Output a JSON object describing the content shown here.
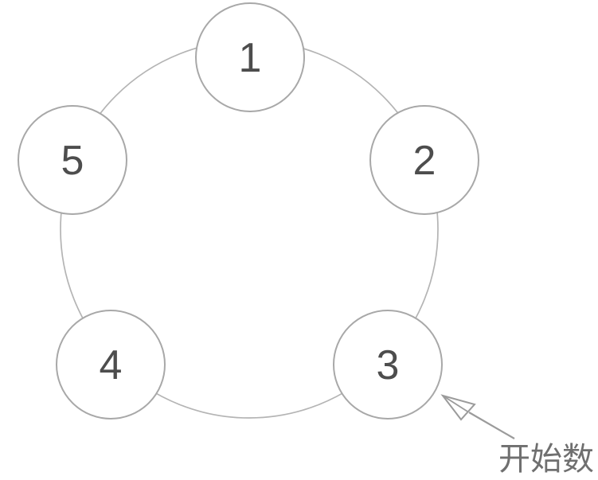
{
  "diagram": {
    "type": "counting-circle",
    "background_color": "#ffffff",
    "ring": {
      "color": "#b4b4b4"
    },
    "node_style": {
      "fill": "#ffffff",
      "stroke": "#a8a8a8",
      "number_color": "#4d4d4d"
    },
    "nodes": [
      {
        "label": "1"
      },
      {
        "label": "2"
      },
      {
        "label": "3"
      },
      {
        "label": "4"
      },
      {
        "label": "5"
      }
    ],
    "annotation": {
      "label": "开始数",
      "label_color": "#6f6f6f",
      "arrow_color": "#9b9b9b",
      "points_to_node": "3"
    }
  }
}
